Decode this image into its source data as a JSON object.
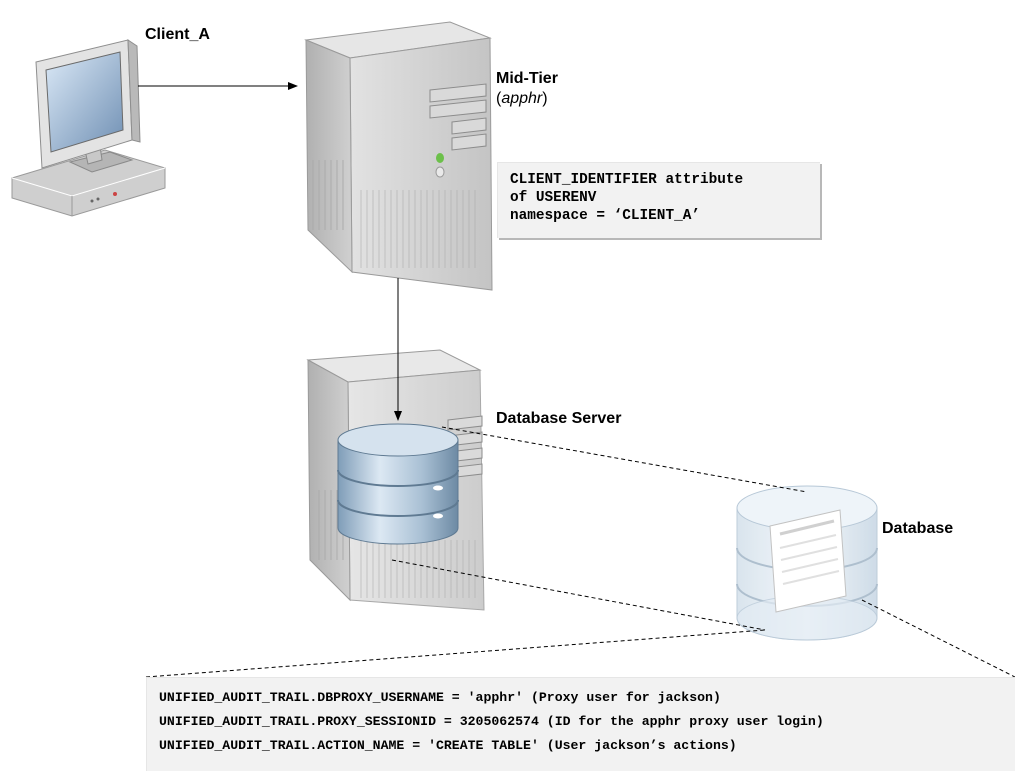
{
  "labels": {
    "client": "Client_A",
    "mid_tier": "Mid-Tier",
    "mid_tier_user_open": "(",
    "mid_tier_user": "apphr",
    "mid_tier_user_close": ")",
    "db_server": "Database Server",
    "database": "Database"
  },
  "context_box": {
    "lines": [
      "CLIENT_IDENTIFIER attribute",
      "of USERENV",
      "namespace = ‘CLIENT_A’"
    ]
  },
  "audit_box": {
    "lines": [
      "UNIFIED_AUDIT_TRAIL.DBPROXY_USERNAME = 'apphr' (Proxy user for jackson)",
      "UNIFIED_AUDIT_TRAIL.PROXY_SESSIONID = 3205062574 (ID for the apphr proxy user login)",
      "UNIFIED_AUDIT_TRAIL.ACTION_NAME = 'CREATE TABLE' (User jackson’s actions)"
    ]
  },
  "colors": {
    "code_box_bg": "#f2f2f2",
    "database_accent": "#9fb9cf",
    "server_gray": "#bdbdbd"
  }
}
